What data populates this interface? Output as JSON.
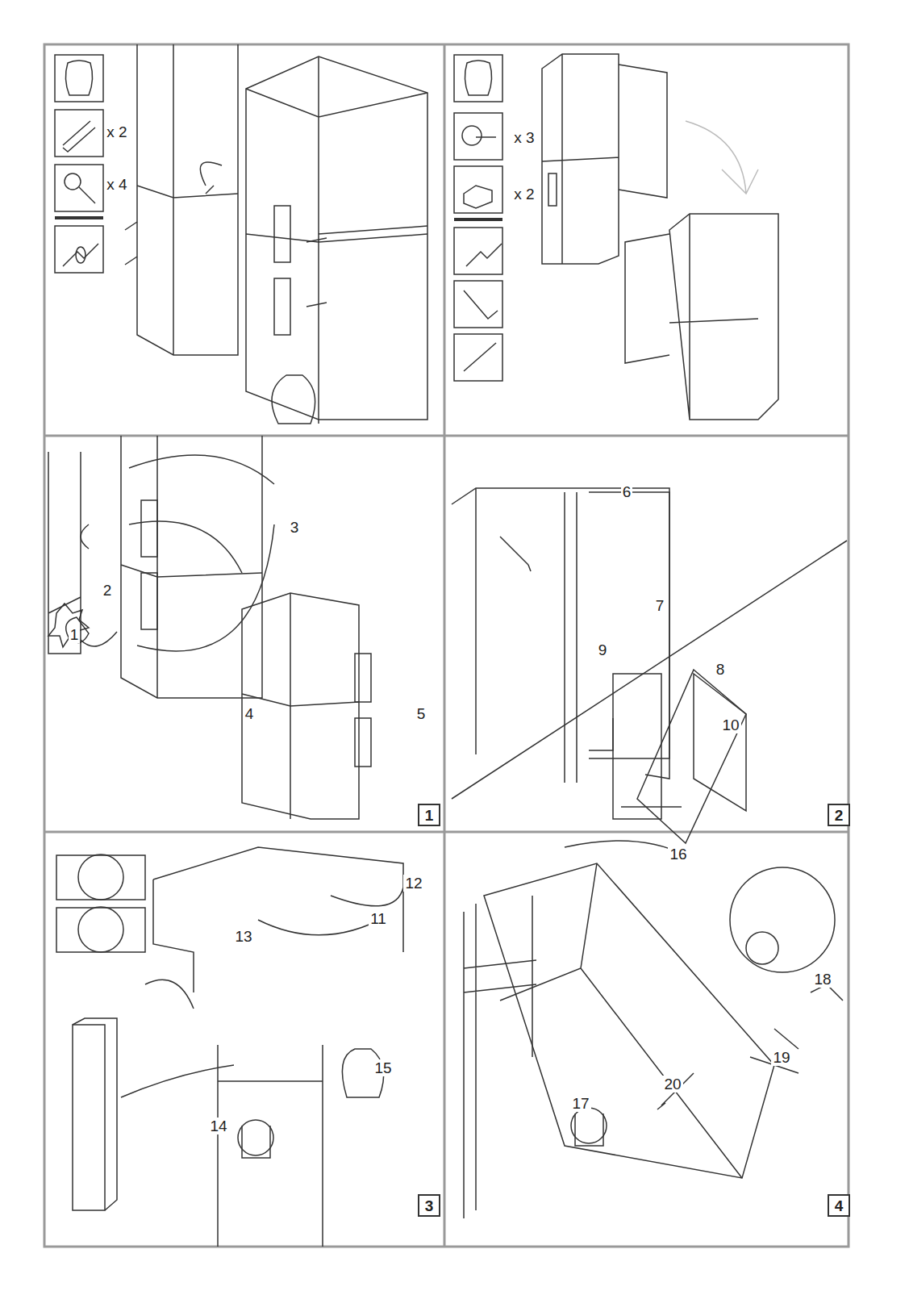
{
  "diagram": {
    "nodes": [
      {
        "text": [
          "1"
        ]
      },
      {
        "text": [
          "2"
        ]
      },
      {
        "text": [
          "3"
        ]
      },
      {
        "text": [
          "4"
        ]
      }
    ],
    "labels": [
      "x 2",
      "x 4",
      "x 3",
      "x 2",
      "1",
      "2",
      "3",
      "4",
      "5",
      "6",
      "7",
      "8",
      "9",
      "10",
      "11",
      "12",
      "13",
      "14",
      "15",
      "16",
      "17",
      "18",
      "19",
      "20"
    ]
  }
}
